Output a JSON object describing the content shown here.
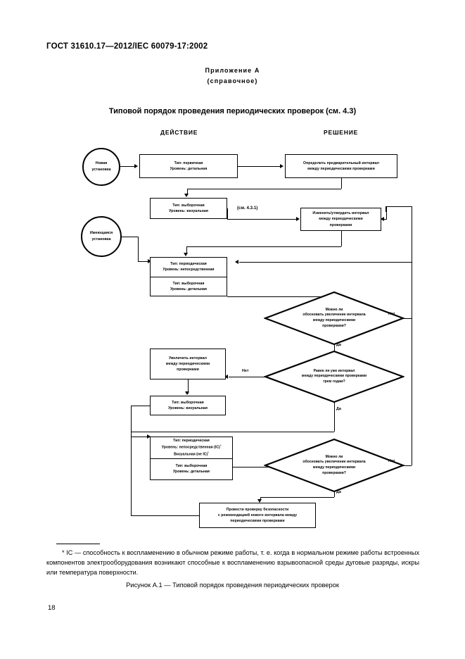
{
  "document": {
    "header": "ГОСТ  31610.17—2012/IEC 60079-17:2002",
    "appendix_line1": "Приложение А",
    "appendix_line2": "(справочное)",
    "figure_title": "Типовой порядок проведения периодических проверок (см. 4.3)",
    "caption": "Рисунок А.1 — Типовой порядок проведения периодических проверок",
    "page_number": "18",
    "footnote": "IC — способность к воспламенению в обычном режиме работы, т. е. когда в нормальном режиме работы встроенных компонентов электрооборудования возникают способные к воспламенению взрывоопасной среды дуговые разряды, искры или температура поверхности.",
    "footnote_marker": "*"
  },
  "flowchart": {
    "column_headers": {
      "action": "ДЕЙСТВИЕ",
      "decision": "РЕШЕНИЕ"
    },
    "note_ref": "(см. 4.3.1)",
    "edge_labels": {
      "yes": "Да",
      "no": "Нет"
    },
    "nodes": {
      "start_new": {
        "line1": "Новая",
        "line2": "установка"
      },
      "start_existing": {
        "line1": "Имеющаяся",
        "line2": "установка"
      },
      "initial_detailed": {
        "line1": "Тип: первичная",
        "line2": "Уровень: детальная"
      },
      "define_interval": {
        "line1": "Определить предварительный интервал",
        "line2": "между периодическими проверками"
      },
      "sample_visual_1": {
        "line1": "Тип: выборочная",
        "line2": "Уровень: визуальная"
      },
      "change_confirm_interval": {
        "line1": "Изменить/утвердить интервал",
        "line2": "между периодическими",
        "line3": "проверками"
      },
      "periodic_close_1": {
        "line1": "Тип: периодическая",
        "line2": "Уровень: непосредственная"
      },
      "sample_detailed_1": {
        "line1": "Тип: выборочная",
        "line2": "Уровень: детальная"
      },
      "decision_justify_1": {
        "line1": "Можно ли",
        "line2": "обосновать увеличение интервала",
        "line3": "между периодическими",
        "line4": "проверками?"
      },
      "decision_three_years": {
        "line1": "Равен ли уже интервал",
        "line2": "между периодическими проверками",
        "line3": "трем годам?"
      },
      "increase_interval": {
        "line1": "Увеличить интервал",
        "line2": "между периодическими",
        "line3": "проверками"
      },
      "sample_visual_2": {
        "line1": "Тип: выборочная",
        "line2": "Уровень: визуальная"
      },
      "periodic_close_ic": {
        "line1": "Тип: периодическая",
        "line2": "Уровень: непосредственная (IC)",
        "line2_sup": "*",
        "line3": "Визуальная (не IC)",
        "line3_sup": "*"
      },
      "sample_detailed_2": {
        "line1": "Тип: выборочная",
        "line2": "Уровень: детальная"
      },
      "decision_justify_2": {
        "line1": "Можно ли",
        "line2": "обосновать увеличение интервала",
        "line3": "между периодическими",
        "line4": "проверками?"
      },
      "safety_review": {
        "line1": "Провести проверку безопасности",
        "line2": "с рекомендацией нового интервала между",
        "line3": "периодическими проверками"
      }
    }
  }
}
